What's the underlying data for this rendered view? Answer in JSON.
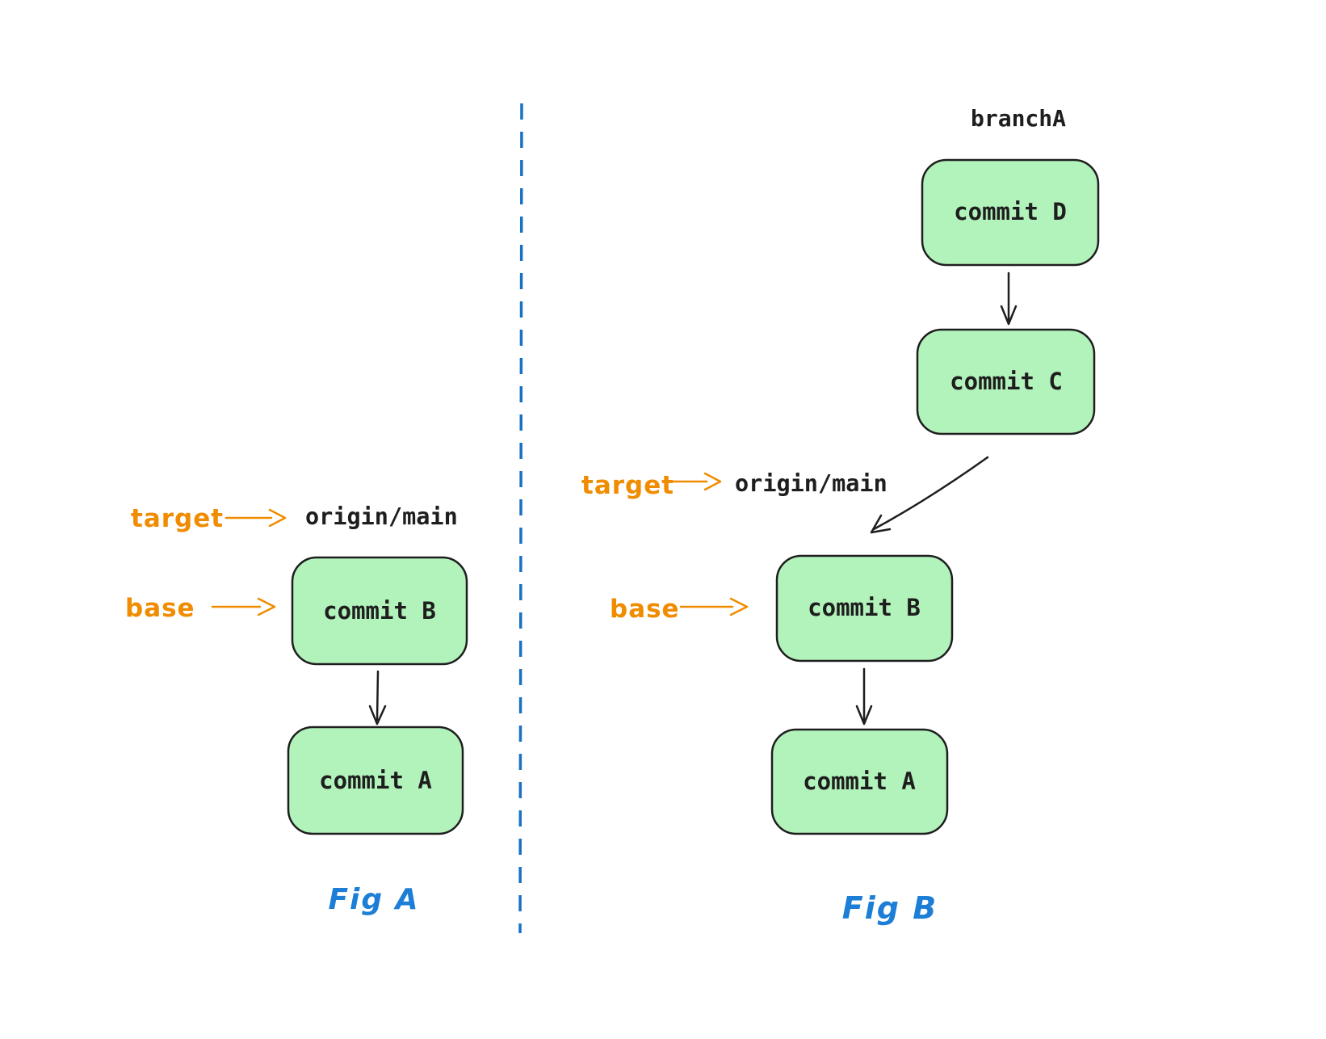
{
  "colors": {
    "background": "#ffffff",
    "node_fill": "#b2f2bb",
    "node_stroke": "#1e1e1e",
    "code_text": "#1e1e1e",
    "accent_orange": "#f08c00",
    "divider_blue": "#1971c2",
    "caption_blue": "#1c7ed6"
  },
  "fig_a": {
    "caption": "Fig A",
    "target": {
      "label": "target",
      "ref": "origin/main"
    },
    "base": {
      "label": "base"
    },
    "nodes": [
      {
        "label": "commit B"
      },
      {
        "label": "commit A"
      }
    ]
  },
  "fig_b": {
    "caption": "Fig B",
    "branch": "branchA",
    "target": {
      "label": "target",
      "ref": "origin/main"
    },
    "base": {
      "label": "base"
    },
    "nodes": [
      {
        "label": "commit D"
      },
      {
        "label": "commit C"
      },
      {
        "label": "commit B"
      },
      {
        "label": "commit A"
      }
    ]
  }
}
